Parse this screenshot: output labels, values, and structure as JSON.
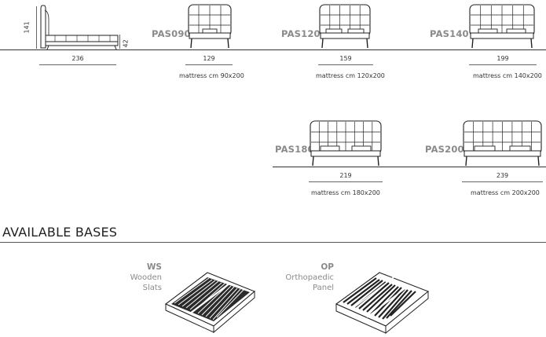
{
  "side_view": {
    "height_label": "141",
    "head_label": "42",
    "length_label": "236"
  },
  "models": [
    {
      "code": "PAS090",
      "width_label": "129",
      "mattress": "mattress cm 90x200"
    },
    {
      "code": "PAS120",
      "width_label": "159",
      "mattress": "mattress cm 120x200"
    },
    {
      "code": "PAS140",
      "width_label": "199",
      "mattress": "mattress cm 140x200"
    },
    {
      "code": "PAS180",
      "width_label": "219",
      "mattress": "mattress cm 180x200"
    },
    {
      "code": "PAS200",
      "width_label": "239",
      "mattress": "mattress cm 200x200"
    }
  ],
  "bases_section": {
    "title": "AVAILABLE BASES",
    "bases": [
      {
        "code": "WS",
        "label_line1": "Wooden",
        "label_line2": "Slats"
      },
      {
        "code": "OP",
        "label_line1": "Orthopaedic",
        "label_line2": "Panel"
      }
    ]
  }
}
